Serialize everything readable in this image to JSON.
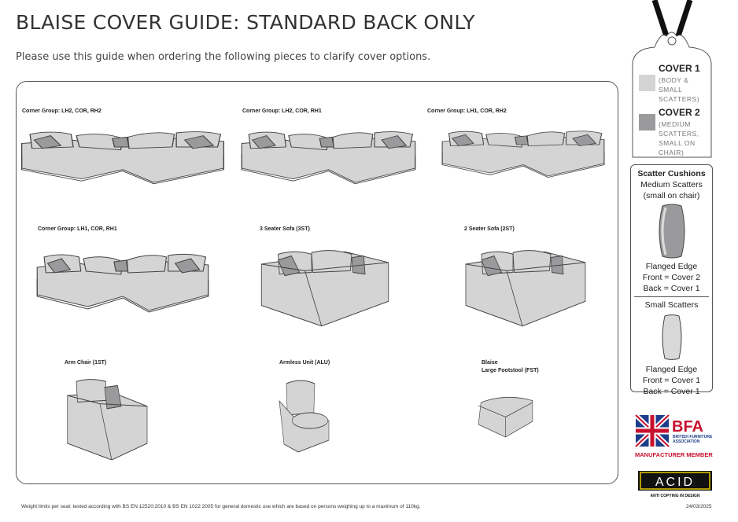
{
  "header": {
    "title": "BLAISE COVER GUIDE: STANDARD BACK ONLY",
    "subtitle": "Please use this guide when ordering the following pieces to clarify cover options."
  },
  "products": [
    {
      "label": "Corner Group: LH2, COR, RH2"
    },
    {
      "label": "Corner Group: LH2, COR, RH1"
    },
    {
      "label": "Corner Group: LH1, COR, RH2"
    },
    {
      "label": "Corner Group: LH1, COR, RH1"
    },
    {
      "label": "3 Seater Sofa (3ST)"
    },
    {
      "label": "2 Seater Sofa (2ST)"
    },
    {
      "label": "Arm Chair (1ST)"
    },
    {
      "label": "Armless Unit (ALU)"
    },
    {
      "label": "Blaise\nLarge Footstool (FST)"
    }
  ],
  "legend": {
    "cover1": {
      "title": "COVER 1",
      "desc": "(BODY &\nSMALL\nSCATTERS)",
      "color": "#d4d4d4"
    },
    "cover2": {
      "title": "COVER 2",
      "desc": "(MEDIUM\nSCATTERS,\nSMALL ON\nCHAIR)",
      "color": "#9a9a9c"
    }
  },
  "scatter": {
    "heading": "Scatter Cushions",
    "medium_title": "Medium Scatters",
    "medium_sub": "(small on chair)",
    "medium_edge": "Flanged Edge",
    "medium_front": "Front = Cover 2",
    "medium_back": "Back = Cover 1",
    "small_title": "Small Scatters",
    "small_edge": "Flanged Edge",
    "small_front": "Front = Cover 1",
    "small_back": "Back = Cover 1"
  },
  "logos": {
    "bfa": "BFA",
    "bfa_sub": "BRITISH FURNITURE\nASSOCIATION",
    "bfa_member": "MANUFACTURER MEMBER",
    "acid": "ACID",
    "acid_sub": "ANTI COPYING IN DESIGN"
  },
  "footer": {
    "note": "Weight limits per seat: tested according with BS EN 12520:2010 & BS EN 1022:2005 for general domestic use which are based on persons weighing up to a maximum of 110kg.",
    "date": "24/03/2025"
  }
}
